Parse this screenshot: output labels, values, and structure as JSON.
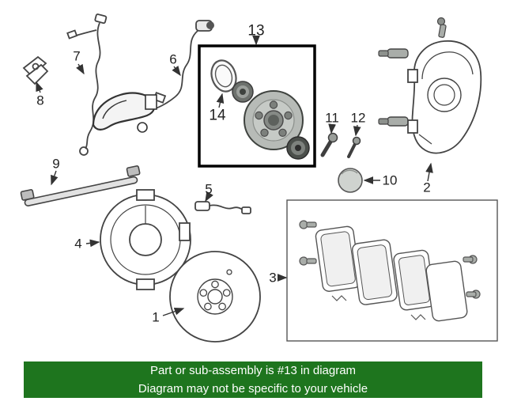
{
  "labels": [
    "1",
    "2",
    "3",
    "4",
    "5",
    "6",
    "7",
    "8",
    "9",
    "10",
    "11",
    "12",
    "13",
    "14"
  ],
  "highlight": {
    "part_number": "13"
  },
  "banner": {
    "line1": "Part or sub-assembly is #13 in diagram",
    "line2": "Diagram may not be specific to your vehicle"
  },
  "colors": {
    "background": "#ffffff",
    "banner_bg": "#1e751e",
    "banner_text": "#ffffff",
    "highlight_box": "#000000",
    "line": "#3f3f3f"
  }
}
